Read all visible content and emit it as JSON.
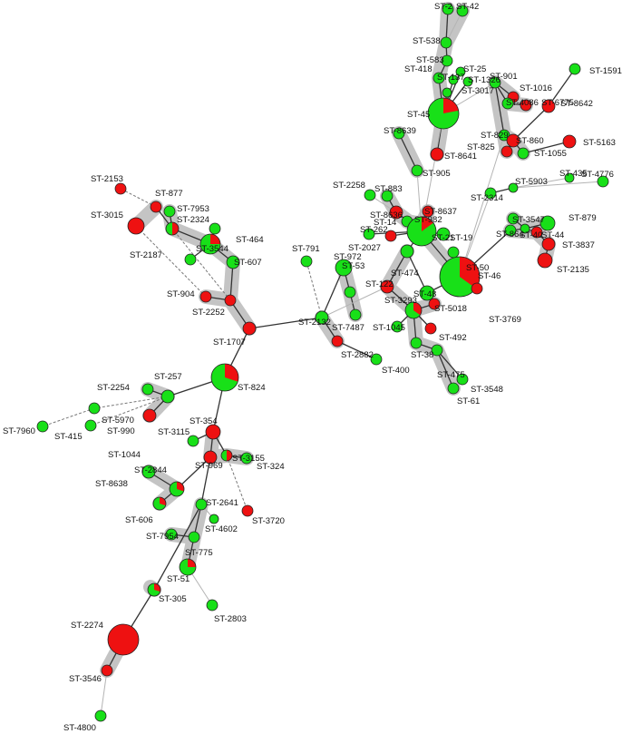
{
  "colors": {
    "green": "#18e018",
    "red": "#ee1111",
    "edge": "#333333",
    "edge_faint": "#b4b4b4",
    "clone_shading": "#c4c4c4"
  },
  "labels": [
    "ST-2",
    "ST-42",
    "ST-538",
    "ST-583",
    "ST-418",
    "ST-25",
    "ST-137",
    "ST-1326",
    "ST-901",
    "ST-3017",
    "ST-1016",
    "ST-4086",
    "ST-6775",
    "ST-45",
    "ST-8642",
    "ST-1591",
    "ST-8639",
    "ST-829",
    "ST-860",
    "ST-825",
    "ST-1055",
    "ST-5163",
    "ST-8641",
    "ST-905",
    "ST-2153",
    "ST-877",
    "ST-3015",
    "ST-7953",
    "ST-2324",
    "ST-2258",
    "ST-883",
    "ST-5903",
    "ST-435",
    "ST-4776",
    "ST-2314",
    "ST-8636",
    "ST-8637",
    "ST-14",
    "ST-982",
    "ST-262",
    "ST-21",
    "ST-19",
    "ST-879",
    "ST-3547",
    "ST-864",
    "ST-40",
    "ST-44",
    "ST-464",
    "ST-3544",
    "ST-791",
    "ST-2027",
    "ST-972",
    "ST-53",
    "ST-474",
    "ST-50",
    "ST-3837",
    "ST-2187",
    "ST-607",
    "ST-46",
    "ST-2135",
    "ST-122",
    "ST-48",
    "ST-904",
    "ST-3293",
    "ST-5018",
    "ST-2252",
    "ST-3769",
    "ST-2132",
    "ST-7487",
    "ST-1045",
    "ST-492",
    "ST-1707",
    "ST-2882",
    "ST-38",
    "ST-400",
    "ST-475",
    "ST-257",
    "ST-3548",
    "ST-2254",
    "ST-61",
    "ST-824",
    "ST-5970",
    "ST-990",
    "ST-7960",
    "ST-415",
    "ST-354",
    "ST-3115",
    "ST-1044",
    "ST-969",
    "ST-3155",
    "ST-324",
    "ST-2844",
    "ST-8638",
    "ST-2641",
    "ST-606",
    "ST-4602",
    "ST-3720",
    "ST-7954",
    "ST-775",
    "ST-51",
    "ST-305",
    "ST-2803",
    "ST-2274",
    "ST-3546",
    "ST-4800"
  ]
}
